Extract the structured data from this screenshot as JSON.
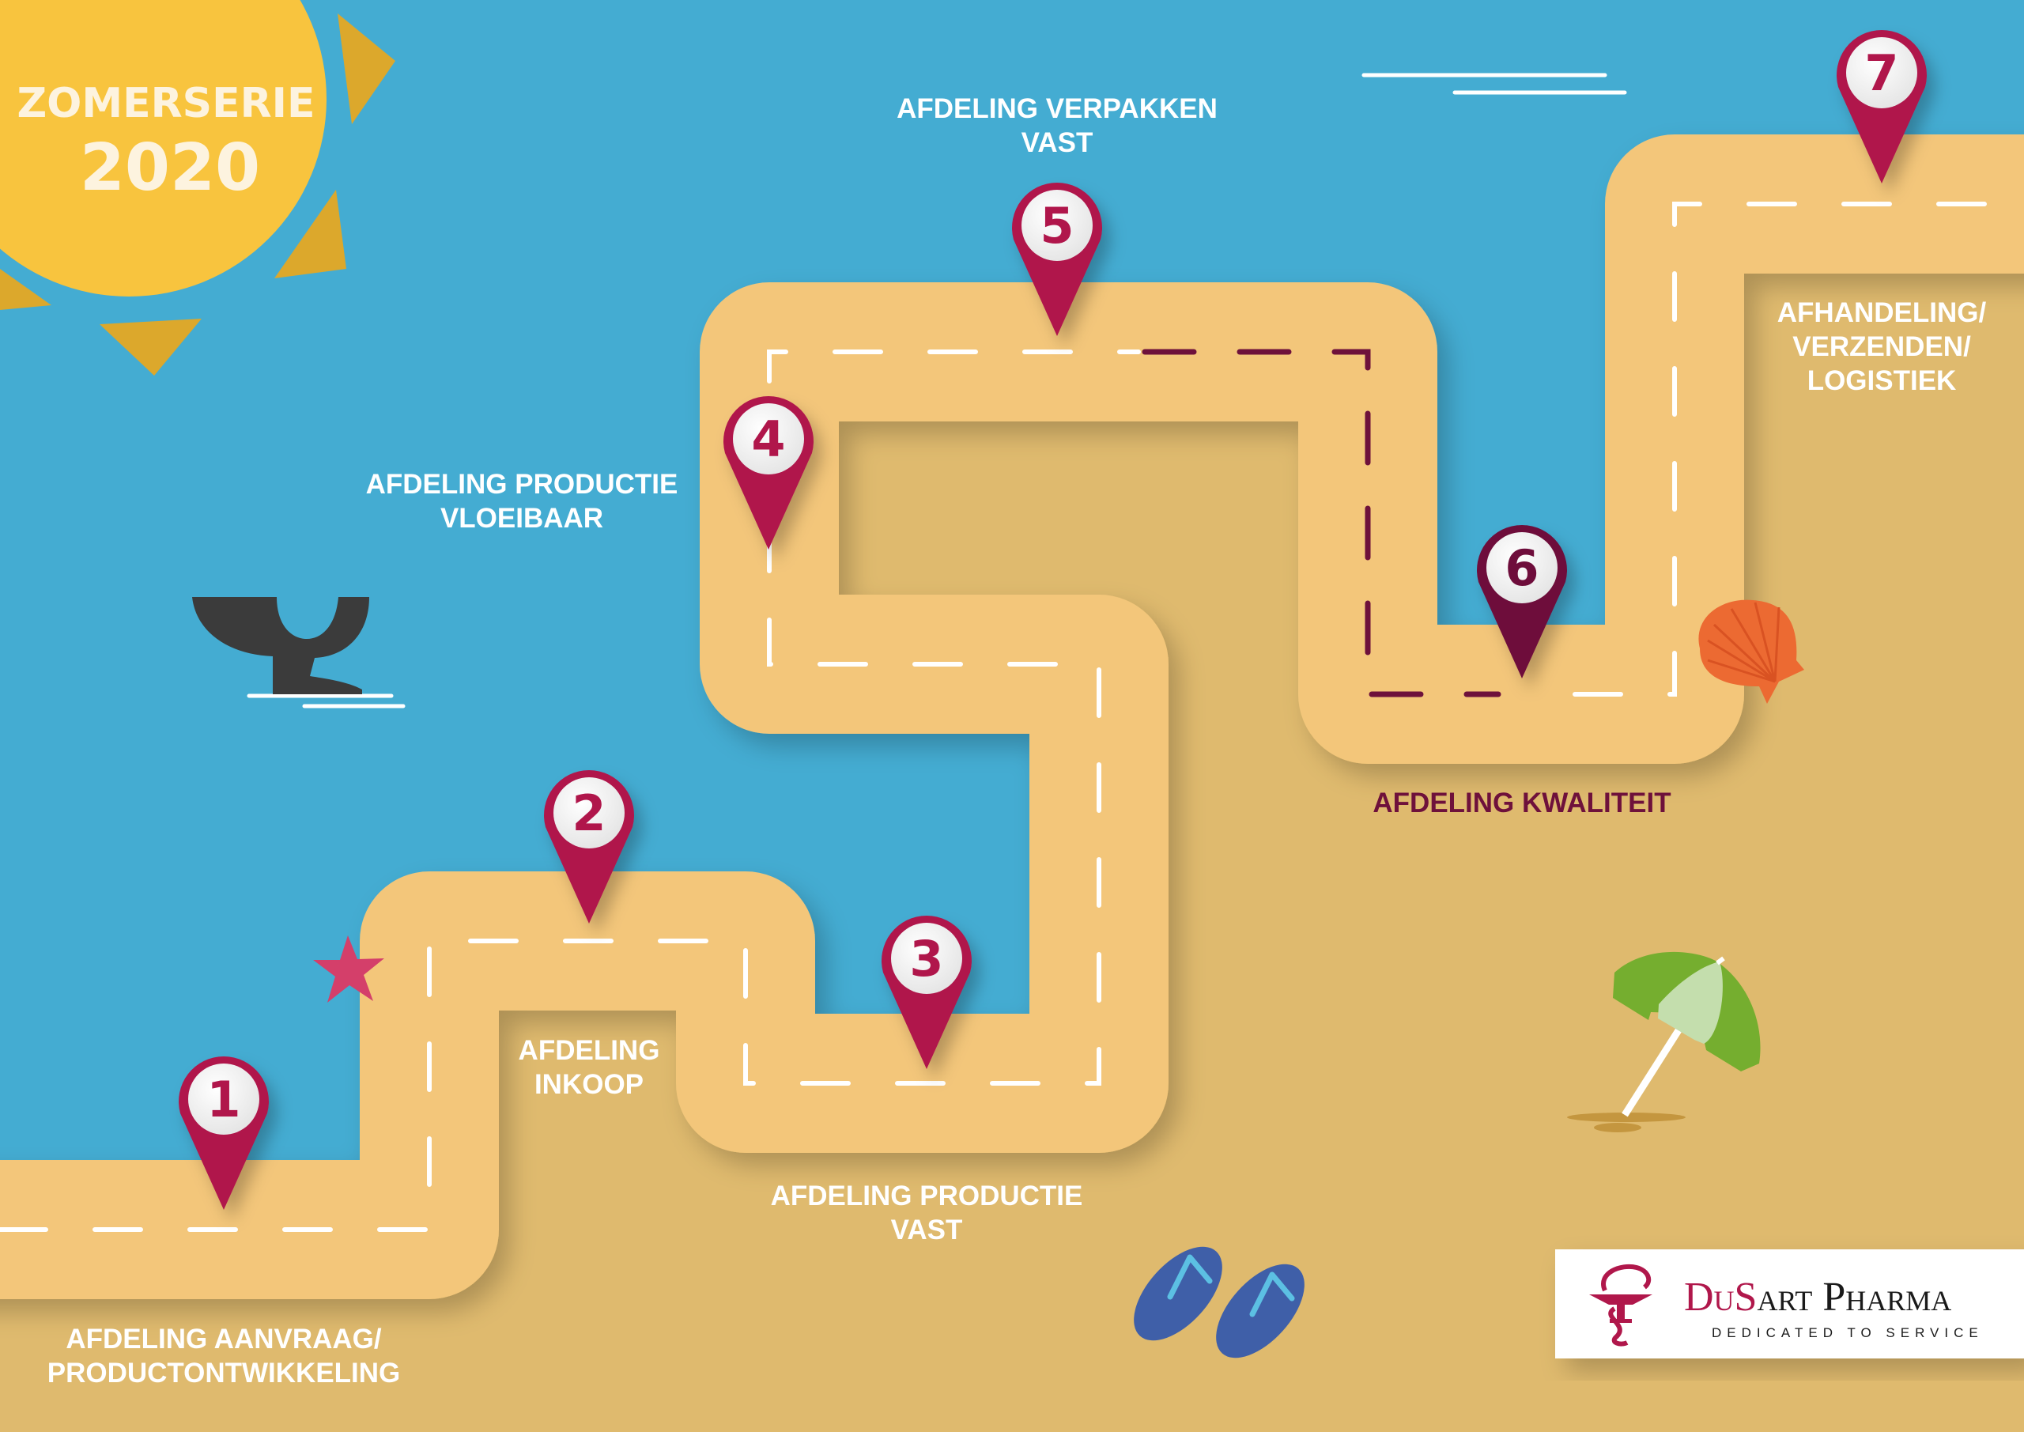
{
  "title": {
    "line1": "ZOMERSERIE",
    "line2": "2020"
  },
  "colors": {
    "sea": "#44acd2",
    "sand": "#dfba6e",
    "road": "#f3c67a",
    "sun": "#f8c43e",
    "sun_ray": "#dca82c",
    "pin": "#b0174b",
    "pin_dark": "#6e113b",
    "label": "#ffffff",
    "label_dark": "#6e113b",
    "dash": "#ffffff",
    "dash_dark": "#6e113b"
  },
  "stops": [
    {
      "number": "1",
      "label": [
        "AFDELING AANVRAAG/",
        "PRODUCTONTWIKKELING"
      ],
      "dark": false
    },
    {
      "number": "2",
      "label": [
        "AFDELING",
        "INKOOP"
      ],
      "dark": false
    },
    {
      "number": "3",
      "label": [
        "AFDELING PRODUCTIE",
        "VAST"
      ],
      "dark": false
    },
    {
      "number": "4",
      "label": [
        "AFDELING PRODUCTIE",
        "VLOEIBAAR"
      ],
      "dark": false
    },
    {
      "number": "5",
      "label": [
        "AFDELING VERPAKKEN",
        "VAST"
      ],
      "dark": false
    },
    {
      "number": "6",
      "label": [
        "AFDELING KWALITEIT"
      ],
      "dark": true
    },
    {
      "number": "7",
      "label": [
        "AFHANDELING/",
        "VERZENDEN/",
        "LOGISTIEK"
      ],
      "dark": false
    }
  ],
  "logo": {
    "name_accent": "DuS",
    "name_rest": "art Pharma",
    "tagline": "DEDICATED TO SERVICE"
  }
}
